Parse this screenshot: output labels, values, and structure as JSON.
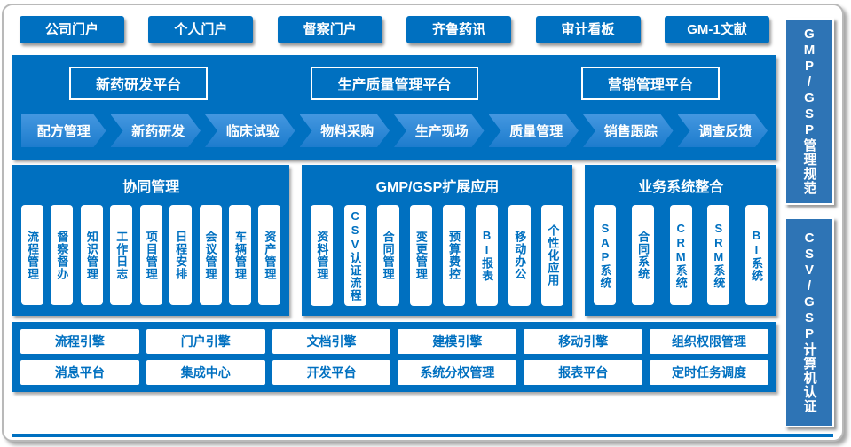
{
  "colors": {
    "primary": "#0070c0",
    "sidebar": "#2e74b5",
    "arrow_blue": "#3a8fd9",
    "arrow_gray": "#a9a9a9",
    "item_text": "#0070c0"
  },
  "top_portals": [
    "公司门户",
    "个人门户",
    "督察门户",
    "齐鲁药讯",
    "审计看板",
    "GM-1文献"
  ],
  "platform_band": {
    "platforms": [
      "新药研发平台",
      "生产质量管理平台",
      "营销管理平台"
    ],
    "process_steps": [
      "配方管理",
      "新药研发",
      "临床试验",
      "物料采购",
      "生产现场",
      "质量管理",
      "销售跟踪",
      "调查反馈"
    ]
  },
  "panels": [
    {
      "title": "协同管理",
      "items": [
        "流程管理",
        "督察督办",
        "知识管理",
        "工作日志",
        "项目管理",
        "日程安排",
        "会议管理",
        "车辆管理",
        "资产管理"
      ]
    },
    {
      "title": "GMP/GSP扩展应用",
      "items": [
        "资料管理",
        "CSV认证流程",
        "合同管理",
        "变更管理",
        "预算费控",
        "BI报表",
        "移动办公",
        "个性化应用"
      ]
    },
    {
      "title": "业务系统整合",
      "items": [
        "SAP系统",
        "合同系统",
        "CRM系统",
        "SRM系统",
        "BI系统"
      ]
    }
  ],
  "foundation": {
    "row1": [
      "流程引擎",
      "门户引擎",
      "文档引擎",
      "建模引擎",
      "移动引擎",
      "组织权限管理"
    ],
    "row2": [
      "消息平台",
      "集成中心",
      "开发平台",
      "系统分权管理",
      "报表平台",
      "定时任务调度"
    ]
  },
  "sidebar": [
    "GMP/GSP管理规范",
    "CSV/GSP计算机认证"
  ]
}
